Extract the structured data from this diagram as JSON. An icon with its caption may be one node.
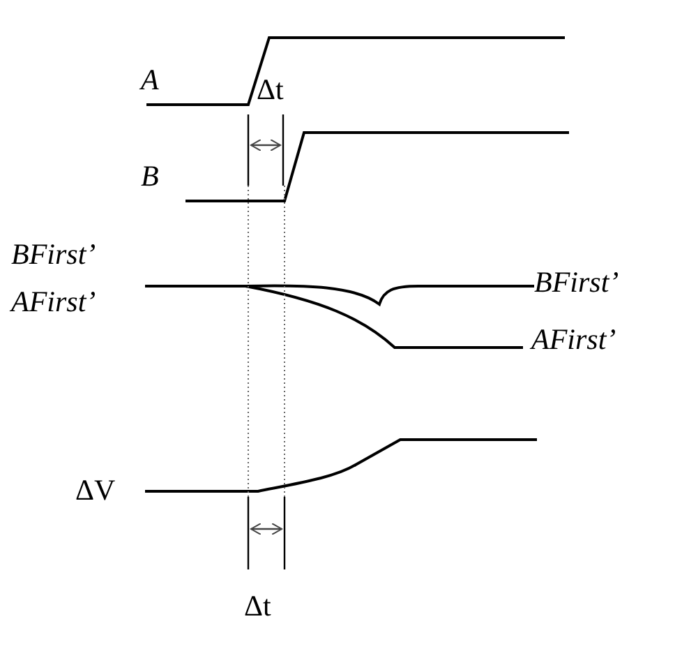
{
  "diagram": {
    "labels": [
      "A",
      "Δt",
      "B",
      "BFirst’",
      "AFirst’",
      "BFirst’",
      "AFirst’",
      "ΔV",
      "Δt"
    ]
  }
}
